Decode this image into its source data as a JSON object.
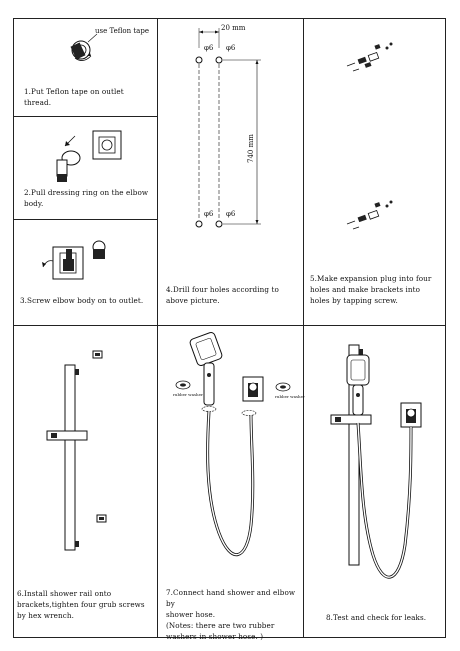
{
  "captions": {
    "step1": "1.Put Teflon tape on outlet\nthread.",
    "step2": "2.Pull dressing ring on the elbow\nbody.",
    "step3": "3.Screw elbow body on to outlet.",
    "step4": "4.Drill four holes according to\nabove picture.",
    "step5": "5.Make expansion plug into four\nholes and make brackets into\nholes by tapping screw.",
    "step6": "6.Install shower rail onto\nbrackets,tighten four grub screws\nby hex wrench.",
    "step7": "7.Connect hand shower and elbow by\nshower hose.\n(Notes: there are two rubber\nwashers in shower hose. )",
    "step8": "8.Test and check for leaks."
  },
  "labels": {
    "teflon_tape": "use Teflon tape",
    "dim_width": "20 mm",
    "dim_height": "740 mm",
    "hole_diameter": "φ6",
    "rubber_washer": "rubber washer"
  }
}
